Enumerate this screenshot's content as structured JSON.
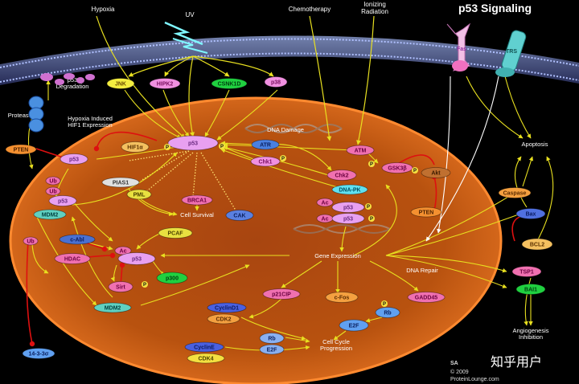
{
  "title": "p53 Signaling",
  "stimuli": {
    "hypoxia": "Hypoxia",
    "uv": "UV",
    "chemotherapy": "Chemotherapy",
    "ionizing_1": "Ionizing",
    "ionizing_2": "Radiation"
  },
  "labels": {
    "p53_degradation_1": "p53",
    "p53_degradation_2": "Degradation",
    "proteasome": "Proteasome",
    "hypoxia_hif_1": "Hypoxia Induced",
    "hypoxia_hif_2": "HIF1 Expression",
    "dna_damage": "DNA Damage",
    "cell_survival": "Cell Survival",
    "gene_expression": "Gene Expression",
    "dna_repair": "DNA Repair",
    "cell_cycle_1": "Cell Cycle",
    "cell_cycle_2": "Progression",
    "apoptosis": "Apoptosis",
    "angiogenesis_1": "Angiogenesis",
    "angiogenesis_2": "Inhibition",
    "fas": "Fas",
    "trs": "TRS"
  },
  "nodes": {
    "jnk": "JNK",
    "hipk2": "HIPK2",
    "csnk1d": "CSNK1D",
    "p38": "p38",
    "p53_center": "p53",
    "atr": "ATR",
    "chk1": "Chk1",
    "atm": "ATM",
    "chk2": "Chk2",
    "dnapk": "DNA-PK",
    "gsk3b": "GSK3β",
    "akt": "Akt",
    "pten_left": "PTEN",
    "pten_right": "PTEN",
    "hif1a": "HIF1α",
    "pias1": "PIAS1",
    "pml": "PML",
    "brca1": "BRCA1",
    "cak": "CAK",
    "pcaf": "PCAF",
    "p53_left": "p53",
    "ub1": "Ub",
    "ub2": "Ub",
    "p53_ub": "p53",
    "mdm2_left": "MDM2",
    "ub3": "Ub",
    "cabl": "c-Abl",
    "hdac": "HDAC",
    "ac_mid": "Ac",
    "p53_ac": "p53",
    "p300": "p300",
    "sirt": "Sirt",
    "mdm2_bottom": "MDM2",
    "p1433": "14-3-3σ",
    "ac1": "Ac",
    "p53_r1": "p53",
    "ac2": "Ac",
    "p53_r2": "p53",
    "p21": "p21CIP",
    "cfos": "c-Fos",
    "gadd45": "GADD45",
    "rb1": "Rb",
    "e2f1": "E2F",
    "cyclind1": "CyclinD1",
    "cdk2": "CDK2",
    "rb2": "Rb",
    "e2f2": "E2F",
    "cycline": "CyclinE",
    "cdk4": "CDK4",
    "caspase": "Caspase",
    "bax": "Bax",
    "bcl2": "BCL2",
    "tsp1": "TSP1",
    "bai1": "BAI1"
  },
  "badges": {
    "p": "P"
  },
  "footer": {
    "logo": "SA",
    "copyright": "© 2009",
    "site": "ProteinLounge.com",
    "watermark": "知乎用户"
  },
  "colors": {
    "cell": "#c2581a",
    "nucleus_edge": "#ff7a20",
    "arrow": "#e8e020",
    "inhibit": "#dd1010",
    "membrane": "#6a7ab0"
  }
}
